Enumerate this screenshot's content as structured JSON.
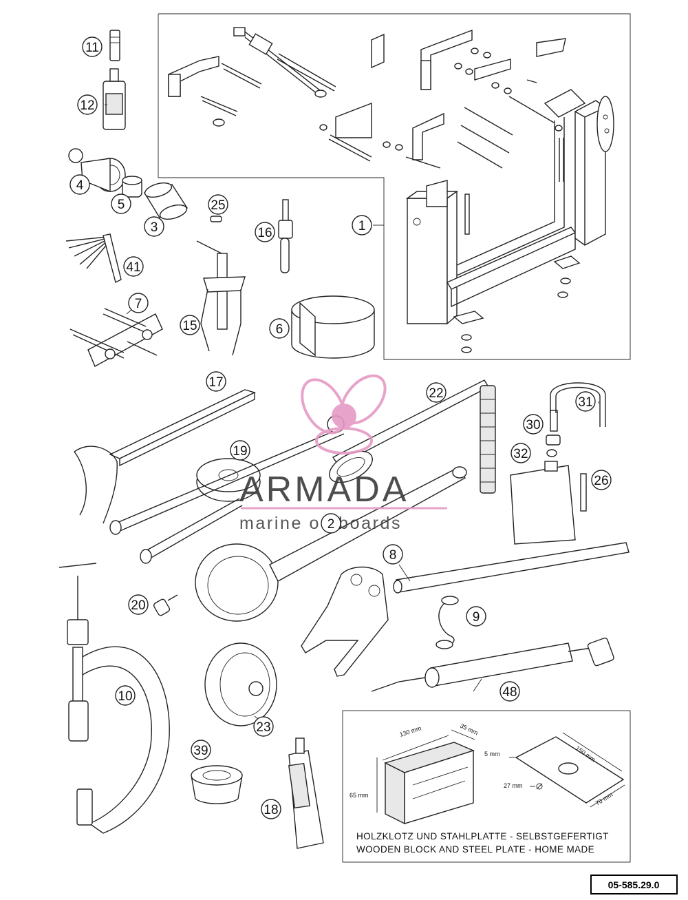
{
  "callouts": [
    {
      "label": "1"
    },
    {
      "label": "2"
    },
    {
      "label": "3"
    },
    {
      "label": "4"
    },
    {
      "label": "5"
    },
    {
      "label": "6"
    },
    {
      "label": "7"
    },
    {
      "label": "8"
    },
    {
      "label": "9"
    },
    {
      "label": "10"
    },
    {
      "label": "11"
    },
    {
      "label": "12"
    },
    {
      "label": "15"
    },
    {
      "label": "16"
    },
    {
      "label": "17"
    },
    {
      "label": "18"
    },
    {
      "label": "19"
    },
    {
      "label": "20"
    },
    {
      "label": "22"
    },
    {
      "label": "23"
    },
    {
      "label": "25"
    },
    {
      "label": "26"
    },
    {
      "label": "30"
    },
    {
      "label": "31"
    },
    {
      "label": "32"
    },
    {
      "label": "39"
    },
    {
      "label": "41"
    },
    {
      "label": "48"
    }
  ],
  "inset": {
    "dimensions": {
      "block_length": "130 mm",
      "block_width": "35 mm",
      "block_height": "65 mm",
      "plate_length": "150 mm",
      "plate_width": "70 mm",
      "plate_thickness": "5 mm",
      "plate_hole": "27 mm"
    },
    "note_de": "HOLZKLOTZ UND STAHLPLATTE - SELBSTGEFERTIGT",
    "note_en": "WOODEN BLOCK AND STEEL PLATE - HOME MADE"
  },
  "watermark": {
    "brand": "ARMADA",
    "tagline": "marine outboards",
    "color": "#e59ac4"
  },
  "part_number": "05-585.29.0"
}
